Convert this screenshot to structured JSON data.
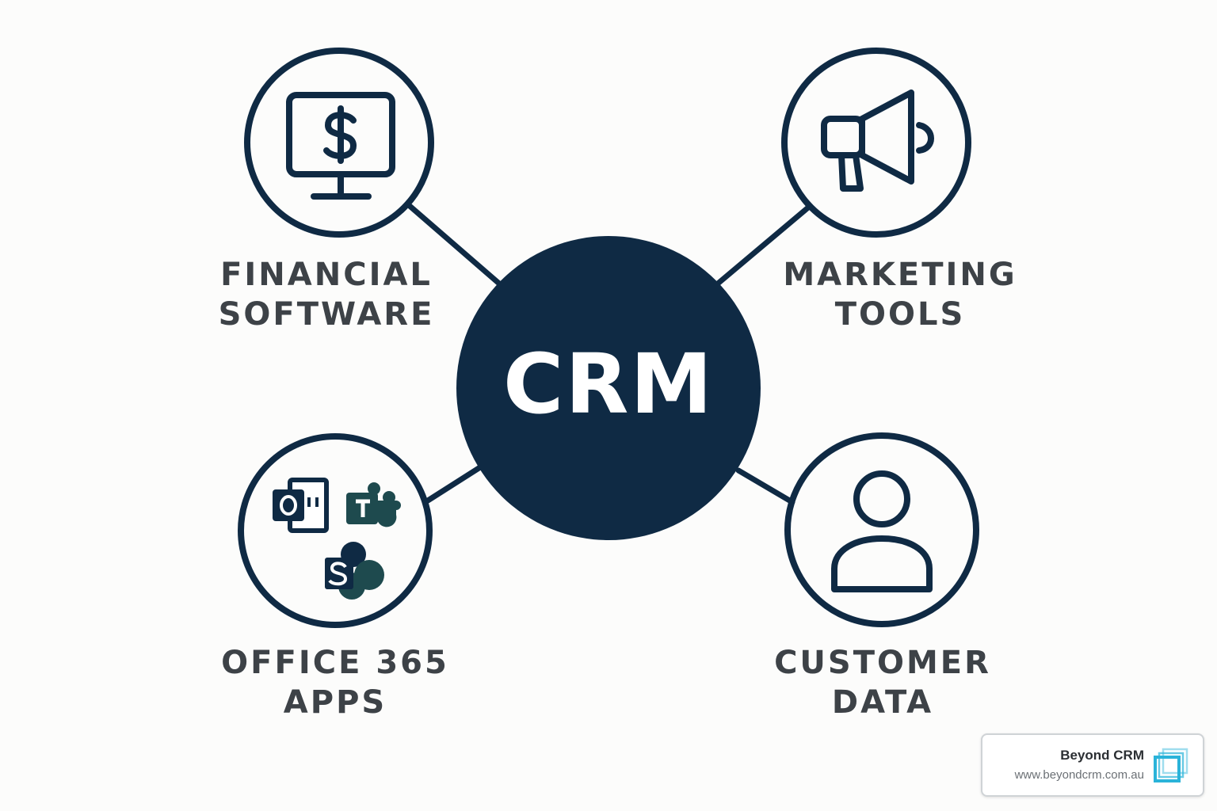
{
  "colors": {
    "navy": "#0f2a44",
    "label_text": "#3d4247",
    "background": "#fcfcfb",
    "office_teal": "#1e4a4e",
    "brand_cyan": "#2ab3d9"
  },
  "hub": {
    "label": "CRM"
  },
  "nodes": [
    {
      "icon": "dollar-monitor-icon",
      "line1": "FINANCIAL",
      "line2": "SOFTWARE"
    },
    {
      "icon": "megaphone-icon",
      "line1": "MARKETING",
      "line2": "TOOLS"
    },
    {
      "icon": "office-apps-icon",
      "line1": "OFFICE 365",
      "line2": "APPS"
    },
    {
      "icon": "user-icon",
      "line1": "CUSTOMER",
      "line2": "DATA"
    }
  ],
  "brand": {
    "name": "Beyond CRM",
    "url": "www.beyondcrm.com.au",
    "logo_icon": "stacked-squares-logo-icon"
  }
}
